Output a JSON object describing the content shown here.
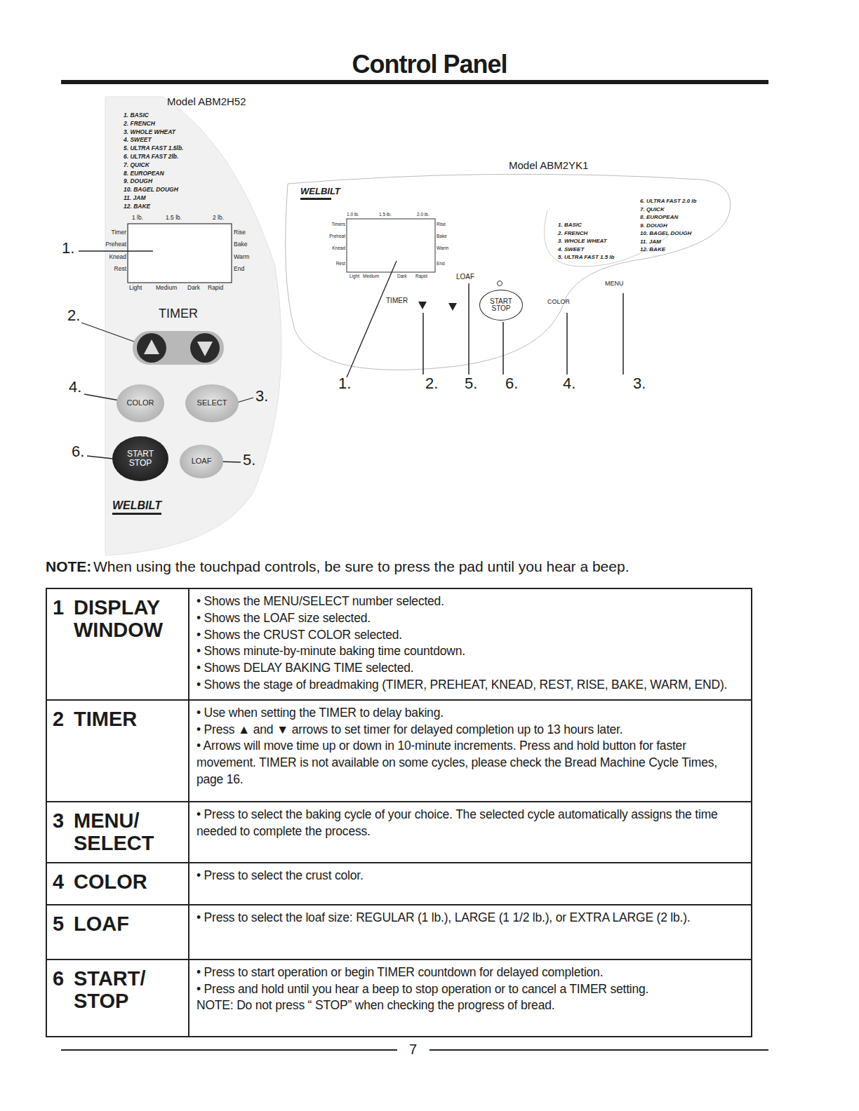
{
  "diagram": {
    "title": "Control Panel",
    "nodes": [
      {
        "text": [
          "TIMER"
        ]
      },
      {
        "text": [
          "COLOR"
        ]
      },
      {
        "text": [
          "SELECT"
        ]
      },
      {
        "text": [
          "START STOP"
        ]
      },
      {
        "text": [
          "LOAF"
        ]
      },
      {
        "text": [
          "START STOP"
        ]
      }
    ],
    "labels": [
      "Model ABM2H52",
      "1. BASIC",
      "2. FRENCH",
      "3. WHOLE WHEAT",
      "4. SWEET",
      "5. ULTRA FAST 1.5lb.",
      "6. ULTRA FAST 2lb.",
      "7. QUICK",
      "8. EUROPEAN",
      "9. DOUGH",
      "10. BAGEL DOUGH",
      "11. JAM",
      "12. BAKE",
      "1 lb.",
      "1.5 lb.",
      "2 lb.",
      "Timer",
      "Preheat",
      "Knead",
      "Rest",
      "Rise",
      "Bake",
      "Warm",
      "End",
      "Light",
      "Medium",
      "Dark",
      "Rapid",
      "1.",
      "2.",
      "4.",
      "3.",
      "6.",
      "5.",
      "WELBILT",
      "Model ABM2YK1",
      "WELBILT",
      "1.0 lb.",
      "1.5 lb.",
      "2.0 lb.",
      "Timers",
      "Preheat",
      "Knead",
      "Rest",
      "Rise",
      "Bake",
      "Warm",
      "End",
      "Light",
      "Medium",
      "Dark",
      "Rapid",
      "1. BASIC",
      "2. FRENCH",
      "3. WHOLE WHEAT",
      "4. SWEET",
      "5. ULTRA FAST 1.5 lb",
      "6. ULTRA FAST 2.0 lb",
      "7. QUICK",
      "8. EUROPEAN",
      "9. DOUGH",
      "10. BAGEL DOUGH",
      "11. JAM",
      "12. BAKE",
      "LOAF",
      "TIMER",
      "COLOR",
      "MENU",
      "1.",
      "2.",
      "5.",
      "6.",
      "4.",
      "3.",
      "NOTE:",
      "When using the touchpad controls, be sure to press the pad until you hear a beep.",
      "1",
      "DISPLAY WINDOW",
      "• Shows the MENU/SELECT number selected.",
      "• Shows the LOAF size selected.",
      "• Shows the CRUST COLOR selected.",
      "• Shows minute-by-minute baking time countdown.",
      "• Shows DELAY BAKING TIME selected.",
      "• Shows the stage of breadmaking (TIMER, PREHEAT, KNEAD, REST, RISE, BAKE, WARM, END).",
      "2",
      "TIMER",
      "• Use when setting the TIMER to delay baking.",
      "• Press ▲ and ▼ arrows to set timer for delayed completion up to 13 hours later.",
      "• Arrows will move time up or down in 10-minute increments. Press and hold button for faster movement. TIMER is not available on some cycles, please check the Bread Machine Cycle Times, page 16.",
      "3",
      "MENU/ SELECT",
      "• Press to select the baking cycle of your choice. The selected cycle automatically assigns the time needed to complete the process.",
      "4",
      "COLOR",
      "• Press to select the crust color.",
      "5",
      "LOAF",
      "• Press to select the loaf size: REGULAR (1 lb.), LARGE (1 1/2 lb.), or EXTRA LARGE (2 lb.).",
      "6",
      "START/ STOP",
      "• Press to start operation or begin TIMER countdown for delayed completion.",
      "• Press and hold until you hear a beep to stop operation or to cancel a TIMER setting.",
      "NOTE: Do not press “ STOP” when checking the progress of bread.",
      "7"
    ]
  }
}
